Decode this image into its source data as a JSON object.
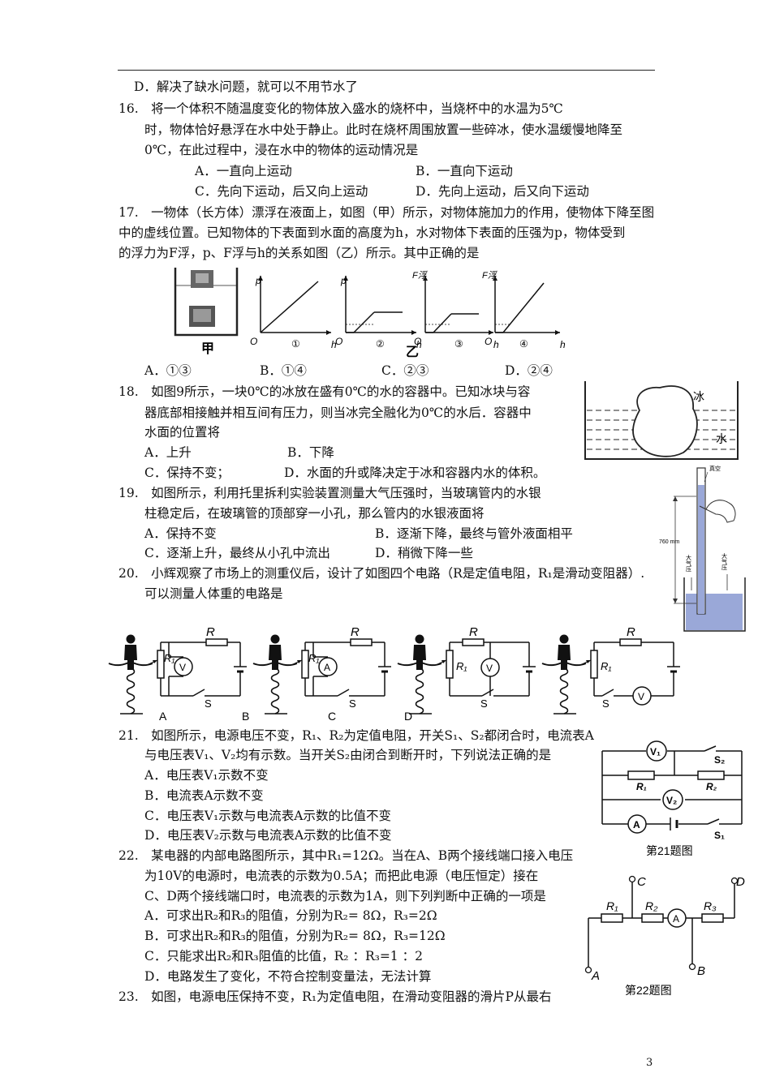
{
  "q15": {
    "optD": "D．解决了缺水问题，就可以不用节水了"
  },
  "q16": {
    "l1": "16.　将一个体积不随温度变化的物体放入盛水的烧杯中，当烧杯中的水温为5℃",
    "l2": "时，物体恰好悬浮在水中处于静止。此时在烧杯周围放置一些碎冰，使水温缓慢地降至",
    "l3": "0℃，在此过程中，浸在水中的物体的运动情况是",
    "optA": "A．一直向上运动",
    "optB": "B．一直向下运动",
    "optC": "C．先向下运动，后又向上运动",
    "optD": "D．先向上运动，后又向下运动"
  },
  "q17": {
    "l1": "17.　一物体（长方体）漂浮在液面上，如图（甲）所示，对物体施加力的作用，使物体下降至图",
    "l2": "中的虚线位置。已知物体的下表面到水面的高度为h，水对物体下表面的压强为p，物体受到",
    "l3": "的浮力为F浮，p、F浮与h的关系如图（乙）所示。其中正确的是",
    "fig_jia": "甲",
    "fig_yi": "乙",
    "graphs": [
      {
        "ylabel": "p",
        "num": "①"
      },
      {
        "ylabel": "p",
        "num": "②"
      },
      {
        "ylabel": "F浮",
        "num": "③"
      },
      {
        "ylabel": "F浮",
        "num": "④"
      }
    ],
    "axis_o": "O",
    "axis_h": "h",
    "optA": "A．①③",
    "optB": "B．①④",
    "optC": "C．②③",
    "optD": "D．②④"
  },
  "q18": {
    "l1": "18.　如图9所示，一块0℃的冰放在盛有0℃的水的容器中。已知冰块与容",
    "l2": "器底部相接触并相互间有压力，则当冰完全融化为0℃的水后．容器中",
    "l3": "水面的位置将",
    "optA": "A．上升",
    "optB": "B．下降",
    "optC": "C．保持不变；",
    "optD": "D．水面的升或降决定于冰和容器内水的体积。",
    "fig_ice": "冰",
    "fig_water": "水"
  },
  "q19": {
    "l1": "19.　如图所示，利用托里拆利实验装置测量大气压强时，当玻璃管内的水银",
    "l2": "柱稳定后，在玻璃管的顶部穿一小孔，那么管内的水银液面将",
    "optA": "A．保持不变",
    "optB": "B．逐渐下降，最终与管外液面相平",
    "optC": "C．逐渐上升，最终从小孔中流出",
    "optD": "D．稍微下降一些",
    "fig_vac": "真空",
    "fig_mm": "760 mm",
    "fig_atm": "大气压"
  },
  "q20": {
    "l1": "20.　小辉观察了市场上的测重仪后，设计了如图四个电路（R是定值电阻，R₁是滑动变阻器）.",
    "l2": "可以测量人体重的电路是",
    "labels": [
      "A",
      "B",
      "C",
      "D"
    ],
    "r": "R",
    "r1": "R₁",
    "s": "S",
    "meters": [
      "V",
      "A",
      "V",
      "V"
    ]
  },
  "q21": {
    "l1": "21.　如图所示，电源电压不变，R₁、R₂为定值电阻，开关S₁、S₂都闭合时，电流表A",
    "l2": "与电压表V₁、V₂均有示数。当开关S₂由闭合到断开时，下列说法正确的是",
    "optA": "A．电压表V₁示数不变",
    "optB": "B．电流表A示数不变",
    "optC": "C．电压表V₁示数与电流表A示数的比值不变",
    "optD": "D．电压表V₂示数与电流表A示数的比值不变",
    "fig_caption": "第21题图"
  },
  "q22": {
    "l1": "22.　某电器的内部电路图所示，其中R₁=12Ω。当在A、B两个接线端口接入电压",
    "l2": "为10V的电源时，电流表的示数为0.5A；而把此电源（电压恒定）接在",
    "l3": "C、D两个接线端口时，电流表的示数为1A，则下列判断中正确的一项是",
    "optA": "A．可求出R₂和R₃的阻值，分别为R₂= 8Ω，R₃=2Ω",
    "optB": "B．可求出R₂和R₃的阻值，分别为R₂= 8Ω，R₃=12Ω",
    "optC": "C．只能求出R₂和R₃阻值的比值，R₂ ：R₃=1 ：2",
    "optD": "D．电路发生了变化，不符合控制变量法，无法计算",
    "fig_caption": "第22题图"
  },
  "q23": {
    "l1": "23.　如图，电源电压保持不变，R₁为定值电阻，在滑动变阻器的滑片P从最右"
  },
  "page_number": "3"
}
